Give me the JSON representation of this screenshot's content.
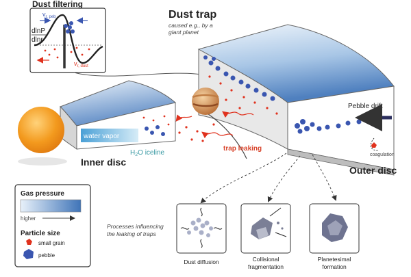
{
  "title": "Dust trap",
  "subtitle_line1": "caused e.g., by a",
  "subtitle_line2": "giant planet",
  "inset": {
    "title": "Dust filtering",
    "v_peb": "v",
    "v_peb_sub": "r, peb",
    "v_dust": "v",
    "v_dust_sub": "r, dust",
    "ratio_top": "dlnP",
    "ratio_bottom": "dlnr"
  },
  "labels": {
    "water_vapor": "water vapor",
    "iceline_pre": "H",
    "iceline_sub": "2",
    "iceline_post": "O iceline",
    "inner_disc": "Inner disc",
    "outer_disc": "Outer disc",
    "trap_leaking": "trap leaking",
    "pebble_drift": "Pebble drift",
    "coagulation": "coagulation"
  },
  "legend": {
    "gas_title": "Gas pressure",
    "gas_arrow": "higher",
    "particle_title": "Particle size",
    "small_grain": "small grain",
    "pebble": "pebble"
  },
  "processes": {
    "heading_line1": "Processes influencing",
    "heading_line2": "the leaking of traps",
    "items": [
      {
        "line1": "Dust diffusion",
        "line2": ""
      },
      {
        "line1": "Collisional",
        "line2": "fragmentation"
      },
      {
        "line1": "Planetesimal",
        "line2": "formation"
      }
    ]
  },
  "colors": {
    "small_grain": "#e0321e",
    "pebble": "#3a56b0",
    "star": "#f39a1e",
    "trap_text": "#d8432a",
    "iceline_text": "#3a9aa4"
  }
}
